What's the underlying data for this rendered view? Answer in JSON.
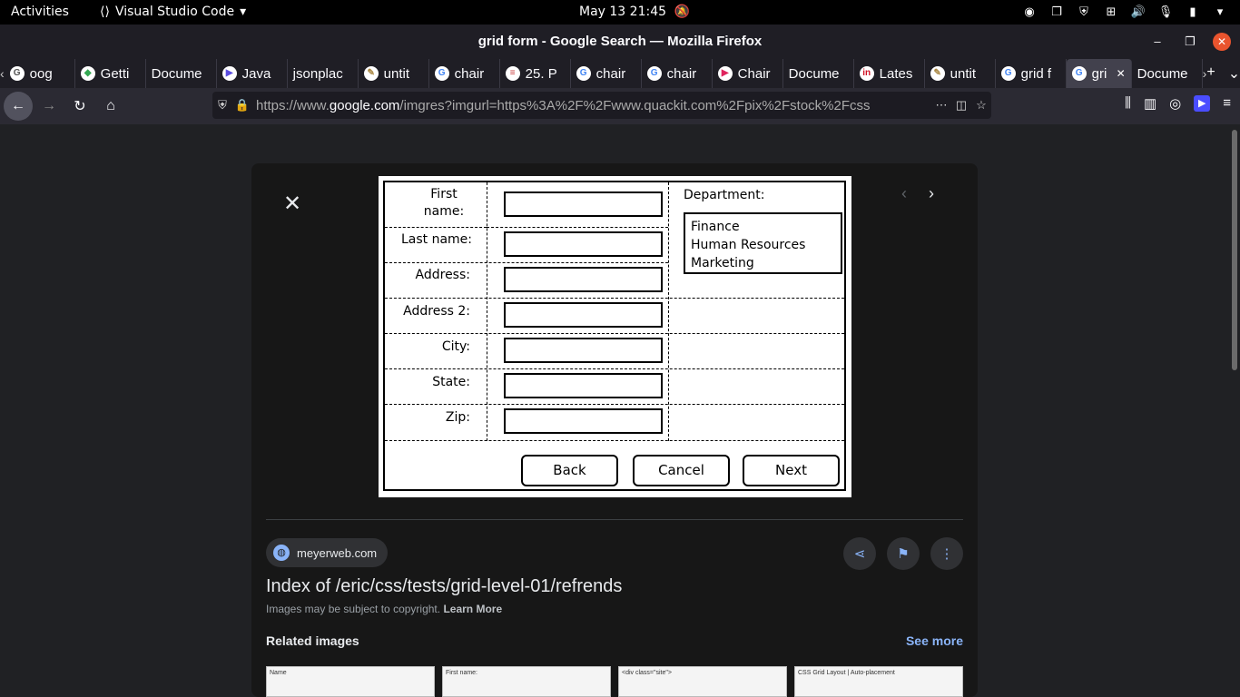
{
  "system": {
    "activities": "Activities",
    "app_name": "Visual Studio Code",
    "clock": "May 13  21:45"
  },
  "window": {
    "title": "grid form - Google Search — Mozilla Firefox"
  },
  "tabs": [
    {
      "label": "oog",
      "fav": "G",
      "favcolor": "#555"
    },
    {
      "label": "Getti",
      "fav": "◆",
      "favcolor": "#34a853"
    },
    {
      "label": "Docume",
      "fav": "",
      "favcolor": ""
    },
    {
      "label": "Java",
      "fav": "▶",
      "favcolor": "#5b4de0"
    },
    {
      "label": "jsonplac",
      "fav": "",
      "favcolor": ""
    },
    {
      "label": "untit",
      "fav": "✎",
      "favcolor": "#aa8844"
    },
    {
      "label": "chair",
      "fav": "G",
      "favcolor": "#4285f4"
    },
    {
      "label": "25. P",
      "fav": "≡",
      "favcolor": "#c94040"
    },
    {
      "label": "chair",
      "fav": "G",
      "favcolor": "#4285f4"
    },
    {
      "label": "chair",
      "fav": "G",
      "favcolor": "#4285f4"
    },
    {
      "label": "Chair",
      "fav": "▶",
      "favcolor": "#e0245e"
    },
    {
      "label": "Docume",
      "fav": "",
      "favcolor": ""
    },
    {
      "label": "Lates",
      "fav": "in",
      "favcolor": "#d11124"
    },
    {
      "label": "untit",
      "fav": "✎",
      "favcolor": "#aa8844"
    },
    {
      "label": "grid f",
      "fav": "G",
      "favcolor": "#4285f4"
    },
    {
      "label": "gri",
      "fav": "G",
      "favcolor": "#4285f4",
      "active": true
    },
    {
      "label": "Docume",
      "fav": "",
      "favcolor": ""
    }
  ],
  "urlbar": {
    "prefix": "https://www.",
    "domain": "google.com",
    "path": "/imgres?imgurl=https%3A%2F%2Fwww.quackit.com%2Fpix%2Fstock%2Fcss"
  },
  "preview": {
    "labels": {
      "first_name_1": "First",
      "first_name_2": "name:",
      "last_name": "Last name:",
      "address": "Address:",
      "address2": "Address 2:",
      "city": "City:",
      "state": "State:",
      "zip": "Zip:",
      "department": "Department:"
    },
    "departments": [
      "Finance",
      "Human Resources",
      "Marketing"
    ],
    "buttons": {
      "back": "Back",
      "cancel": "Cancel",
      "next": "Next"
    }
  },
  "info": {
    "source": "meyerweb.com",
    "title": "Index of /eric/css/tests/grid-level-01/refrends",
    "copyright": "Images may be subject to copyright.",
    "learn_more": "Learn More",
    "related": "Related images",
    "see_more": "See more"
  },
  "thumbs": [
    "Name",
    "First name:",
    "<div class=\"site\">",
    "CSS Grid Layout | Auto-placement"
  ]
}
